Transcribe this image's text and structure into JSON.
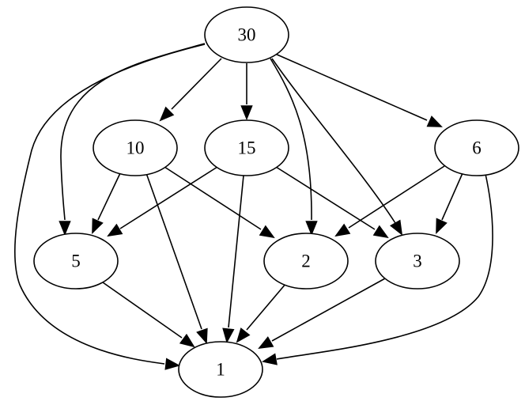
{
  "diagram": {
    "type": "directed-graph",
    "description": "Divisibility (Hasse-like) graph of divisors of 30",
    "nodes": [
      {
        "id": "30",
        "label": "30"
      },
      {
        "id": "10",
        "label": "10"
      },
      {
        "id": "15",
        "label": "15"
      },
      {
        "id": "6",
        "label": "6"
      },
      {
        "id": "5",
        "label": "5"
      },
      {
        "id": "2",
        "label": "2"
      },
      {
        "id": "3",
        "label": "3"
      },
      {
        "id": "1",
        "label": "1"
      }
    ],
    "edges": [
      {
        "from": "30",
        "to": "10"
      },
      {
        "from": "30",
        "to": "15"
      },
      {
        "from": "30",
        "to": "6"
      },
      {
        "from": "30",
        "to": "5"
      },
      {
        "from": "30",
        "to": "2"
      },
      {
        "from": "30",
        "to": "3"
      },
      {
        "from": "30",
        "to": "1"
      },
      {
        "from": "10",
        "to": "5"
      },
      {
        "from": "10",
        "to": "2"
      },
      {
        "from": "10",
        "to": "1"
      },
      {
        "from": "15",
        "to": "5"
      },
      {
        "from": "15",
        "to": "3"
      },
      {
        "from": "15",
        "to": "1"
      },
      {
        "from": "6",
        "to": "2"
      },
      {
        "from": "6",
        "to": "3"
      },
      {
        "from": "6",
        "to": "1"
      },
      {
        "from": "5",
        "to": "1"
      },
      {
        "from": "2",
        "to": "1"
      },
      {
        "from": "3",
        "to": "1"
      }
    ],
    "colors": {
      "stroke": "#000000",
      "fill": "#ffffff",
      "background": "#ffffff"
    }
  }
}
